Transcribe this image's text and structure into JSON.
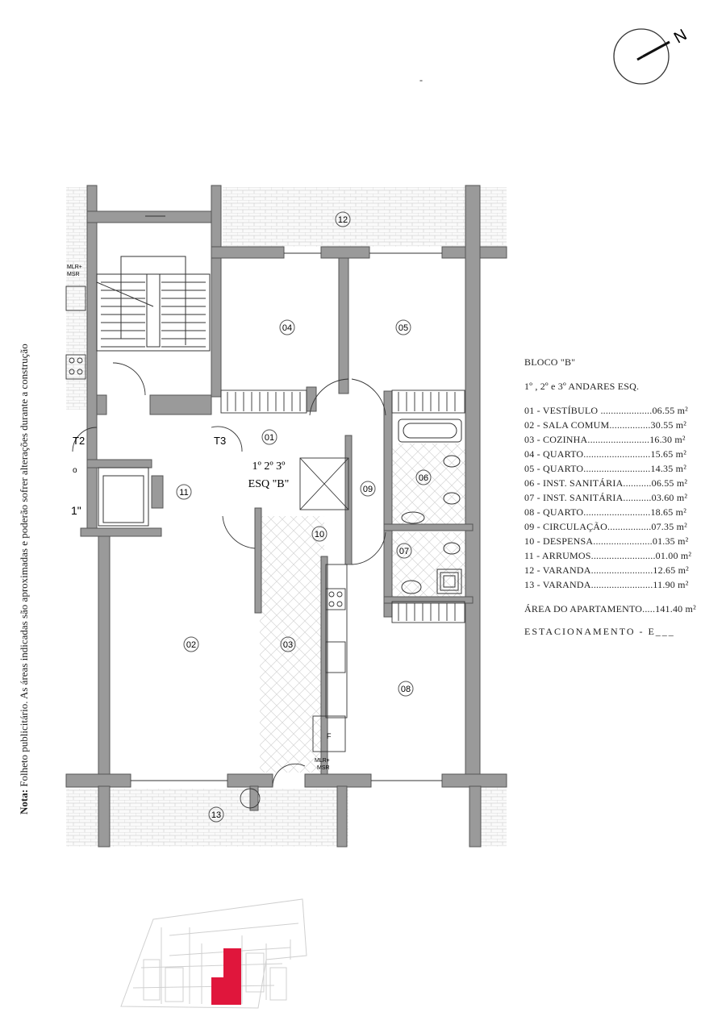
{
  "compass": {
    "label": "N"
  },
  "top_mark": "-",
  "note": {
    "bold": "Nota:",
    "text": " Folheto publicitário. As áreas indicadas são aproximadas e poderão sofrer alterações durante a construção"
  },
  "plan": {
    "unit_label_line1": "1º 2º 3º",
    "unit_label_line2": "ESQ \"B\"",
    "left_label": "1\"",
    "left_mark": "o",
    "stair_labels": [
      "T2",
      "T3"
    ],
    "equipment": {
      "mlr1": "MLR+",
      "msr1": "MSR",
      "mlr2": "MLR+",
      "msr2": "MSR",
      "fridge": "F"
    },
    "rooms": [
      "01",
      "02",
      "03",
      "04",
      "05",
      "06",
      "07",
      "08",
      "09",
      "10",
      "11",
      "12",
      "13"
    ]
  },
  "legend": {
    "block": "BLOCO \"B\"",
    "floors": "1º , 2º e 3º ANDARES ESQ.",
    "items": [
      "01 - VESTÍBULO ....................06.55 m²",
      "02 - SALA COMUM................30.55 m²",
      "03 - COZINHA........................16.30 m²",
      "04 - QUARTO..........................15.65 m²",
      "05 - QUARTO..........................14.35 m²",
      "06 - INST. SANITÁRIA...........06.55 m²",
      "07 - INST. SANITÁRIA...........03.60 m²",
      "08 - QUARTO..........................18.65 m²",
      "09 - CIRCULAÇÃO.................07.35 m²",
      "10 - DESPENSA.......................01.35 m²",
      "11 - ARRUMOS.........................01.00 m²",
      "12 - VARANDA........................12.65 m²",
      "13 - VARANDA........................11.90 m²"
    ],
    "area": "ÁREA DO APARTAMENTO.....141.40 m²",
    "parking": "ESTACIONAMENTO  -   E___"
  },
  "colors": {
    "wall": "#9a9a9a",
    "wall_edge": "#555555",
    "highlight": "#e0163c",
    "line": "#333333"
  }
}
